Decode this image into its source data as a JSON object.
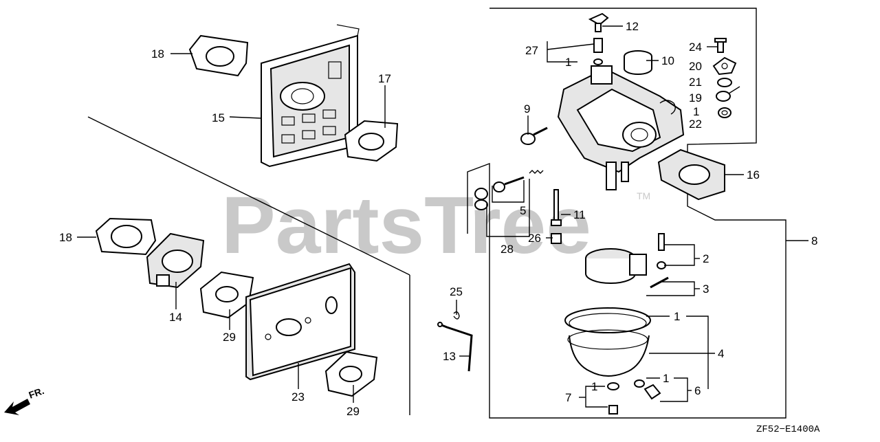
{
  "watermark": {
    "text": "PartsTree",
    "trademark": "TM"
  },
  "diagram_code": "ZF52−E1400A",
  "orientation_label": "FR.",
  "callouts": {
    "c18a": "18",
    "c15": "15",
    "c17": "17",
    "c18b": "18",
    "c14": "14",
    "c29a": "29",
    "c23": "23",
    "c29b": "29",
    "c25": "25",
    "c13": "13",
    "c12": "12",
    "c27": "27",
    "c1a": "1",
    "c10": "10",
    "c9": "9",
    "c24": "24",
    "c20": "20",
    "c21": "21",
    "c19": "19",
    "c1b": "1",
    "c22": "22",
    "c16": "16",
    "c5": "5",
    "c11": "11",
    "c26": "26",
    "c28": "28",
    "c8": "8",
    "c2": "2",
    "c3": "3",
    "c1c": "1",
    "c4": "4",
    "c1d": "1",
    "c6": "6",
    "c1e": "1",
    "c7": "7"
  }
}
